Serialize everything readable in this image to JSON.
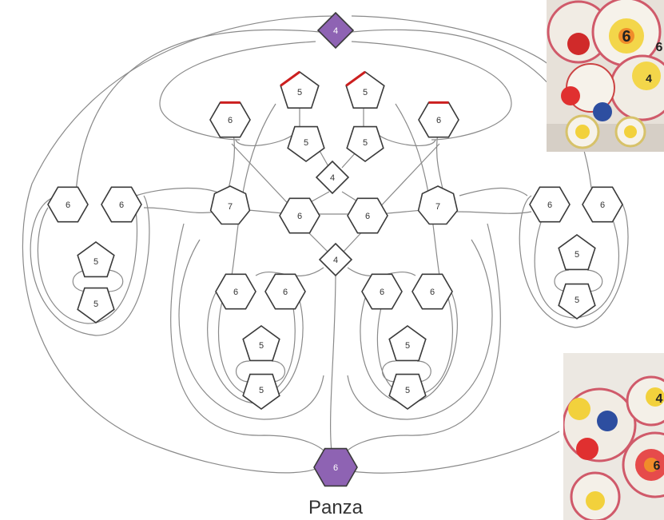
{
  "caption": "Panza",
  "colors": {
    "purple": "#8e63b3",
    "edge_red": "#cc1f1f",
    "line": "#8a8a8a",
    "shape_stroke": "#3a3a3a"
  },
  "shapes": [
    {
      "id": "top-diamond",
      "kind": "diamond",
      "label": "4",
      "fill": "purple"
    },
    {
      "id": "hex-top-left",
      "kind": "hexagon",
      "label": "6",
      "red_edge": true
    },
    {
      "id": "pent-top-left",
      "kind": "pentagon",
      "label": "5",
      "red_edge": true
    },
    {
      "id": "pent-top-right",
      "kind": "pentagon",
      "label": "5",
      "red_edge": true
    },
    {
      "id": "hex-top-right",
      "kind": "hexagon",
      "label": "6",
      "red_edge": true
    },
    {
      "id": "pent-inv-left",
      "kind": "pentagon-inverted",
      "label": "5"
    },
    {
      "id": "pent-inv-right",
      "kind": "pentagon-inverted",
      "label": "5"
    },
    {
      "id": "center-diamond-upper",
      "kind": "diamond",
      "label": "4"
    },
    {
      "id": "hept-left",
      "kind": "heptagon",
      "label": "7"
    },
    {
      "id": "hept-right",
      "kind": "heptagon",
      "label": "7"
    },
    {
      "id": "center-hex-left",
      "kind": "hexagon",
      "label": "6"
    },
    {
      "id": "center-hex-right",
      "kind": "hexagon",
      "label": "6"
    },
    {
      "id": "center-diamond-lower",
      "kind": "diamond",
      "label": "4"
    },
    {
      "id": "far-left-hex-a",
      "kind": "hexagon",
      "label": "6"
    },
    {
      "id": "far-left-hex-b",
      "kind": "hexagon",
      "label": "6"
    },
    {
      "id": "far-left-pent-a",
      "kind": "pentagon",
      "label": "5"
    },
    {
      "id": "far-left-pent-b",
      "kind": "pentagon-inverted",
      "label": "5"
    },
    {
      "id": "far-right-hex-a",
      "kind": "hexagon",
      "label": "6"
    },
    {
      "id": "far-right-hex-b",
      "kind": "hexagon",
      "label": "6"
    },
    {
      "id": "far-right-pent-a",
      "kind": "pentagon",
      "label": "5"
    },
    {
      "id": "far-right-pent-b",
      "kind": "pentagon-inverted",
      "label": "5"
    },
    {
      "id": "lower-left-hex-a",
      "kind": "hexagon",
      "label": "6"
    },
    {
      "id": "lower-left-hex-b",
      "kind": "hexagon",
      "label": "6"
    },
    {
      "id": "lower-left-pent-a",
      "kind": "pentagon",
      "label": "5"
    },
    {
      "id": "lower-left-pent-b",
      "kind": "pentagon-inverted",
      "label": "5"
    },
    {
      "id": "lower-right-hex-a",
      "kind": "hexagon",
      "label": "6"
    },
    {
      "id": "lower-right-hex-b",
      "kind": "hexagon",
      "label": "6"
    },
    {
      "id": "lower-right-pent-a",
      "kind": "pentagon",
      "label": "5"
    },
    {
      "id": "lower-right-pent-b",
      "kind": "pentagon-inverted",
      "label": "5"
    },
    {
      "id": "bottom-hex",
      "kind": "hexagon",
      "label": "6",
      "fill": "purple"
    }
  ],
  "photos": [
    {
      "id": "photo-top-right",
      "description_labels": [
        "6",
        "6",
        "4"
      ]
    },
    {
      "id": "photo-bottom-right",
      "description_labels": [
        "4",
        "6"
      ]
    }
  ]
}
